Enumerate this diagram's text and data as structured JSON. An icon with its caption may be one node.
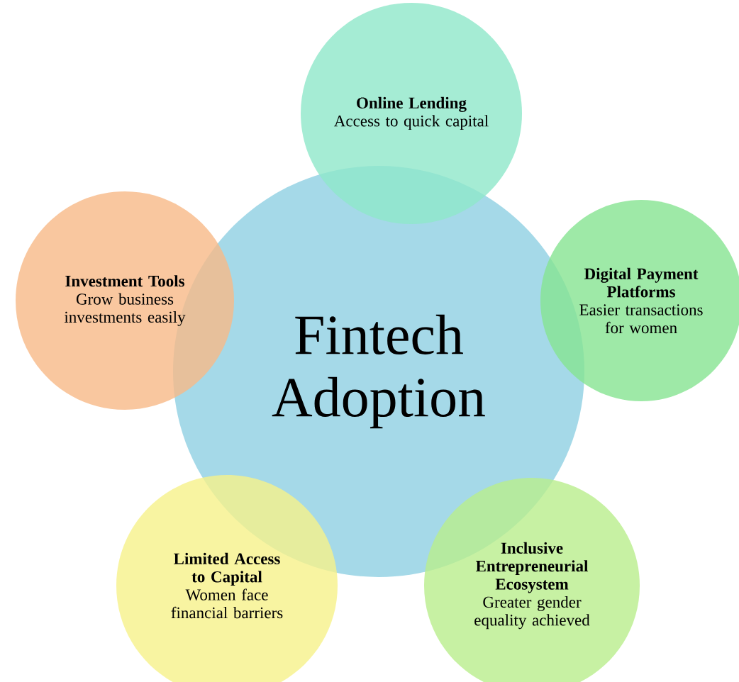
{
  "diagram": {
    "nodes": [
      {
        "text": [
          "Fintech Adoption"
        ]
      },
      {
        "text": [
          "Online Lending",
          "Access to quick capital"
        ]
      },
      {
        "text": [
          "Digital Payment Platforms",
          "Easier transactions for women"
        ]
      },
      {
        "text": [
          "Inclusive Entrepreneurial Ecosystem",
          "Greater gender equality achieved"
        ]
      },
      {
        "text": [
          "Limited Access to Capital",
          "Women face financial barriers"
        ]
      },
      {
        "text": [
          "Investment Tools",
          "Grow business investments easily"
        ]
      }
    ]
  }
}
